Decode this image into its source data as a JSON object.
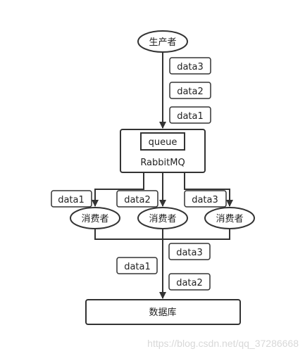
{
  "producer": {
    "label": "生产者"
  },
  "queue_box": {
    "inner_label": "queue",
    "name": "RabbitMQ"
  },
  "producer_messages": [
    "data3",
    "data2",
    "data1"
  ],
  "consumers": [
    {
      "label": "消费者",
      "message": "data1"
    },
    {
      "label": "消费者",
      "message": "data2"
    },
    {
      "label": "消费者",
      "message": "data3"
    }
  ],
  "db_messages": [
    "data3",
    "data1",
    "data2"
  ],
  "database": {
    "label": "数据库"
  },
  "watermark": "https://blog.csdn.net/qq_37286668",
  "colors": {
    "stroke": "#333333",
    "fill": "#ffffff",
    "text": "#222222",
    "watermark": "#d8d8d8"
  }
}
